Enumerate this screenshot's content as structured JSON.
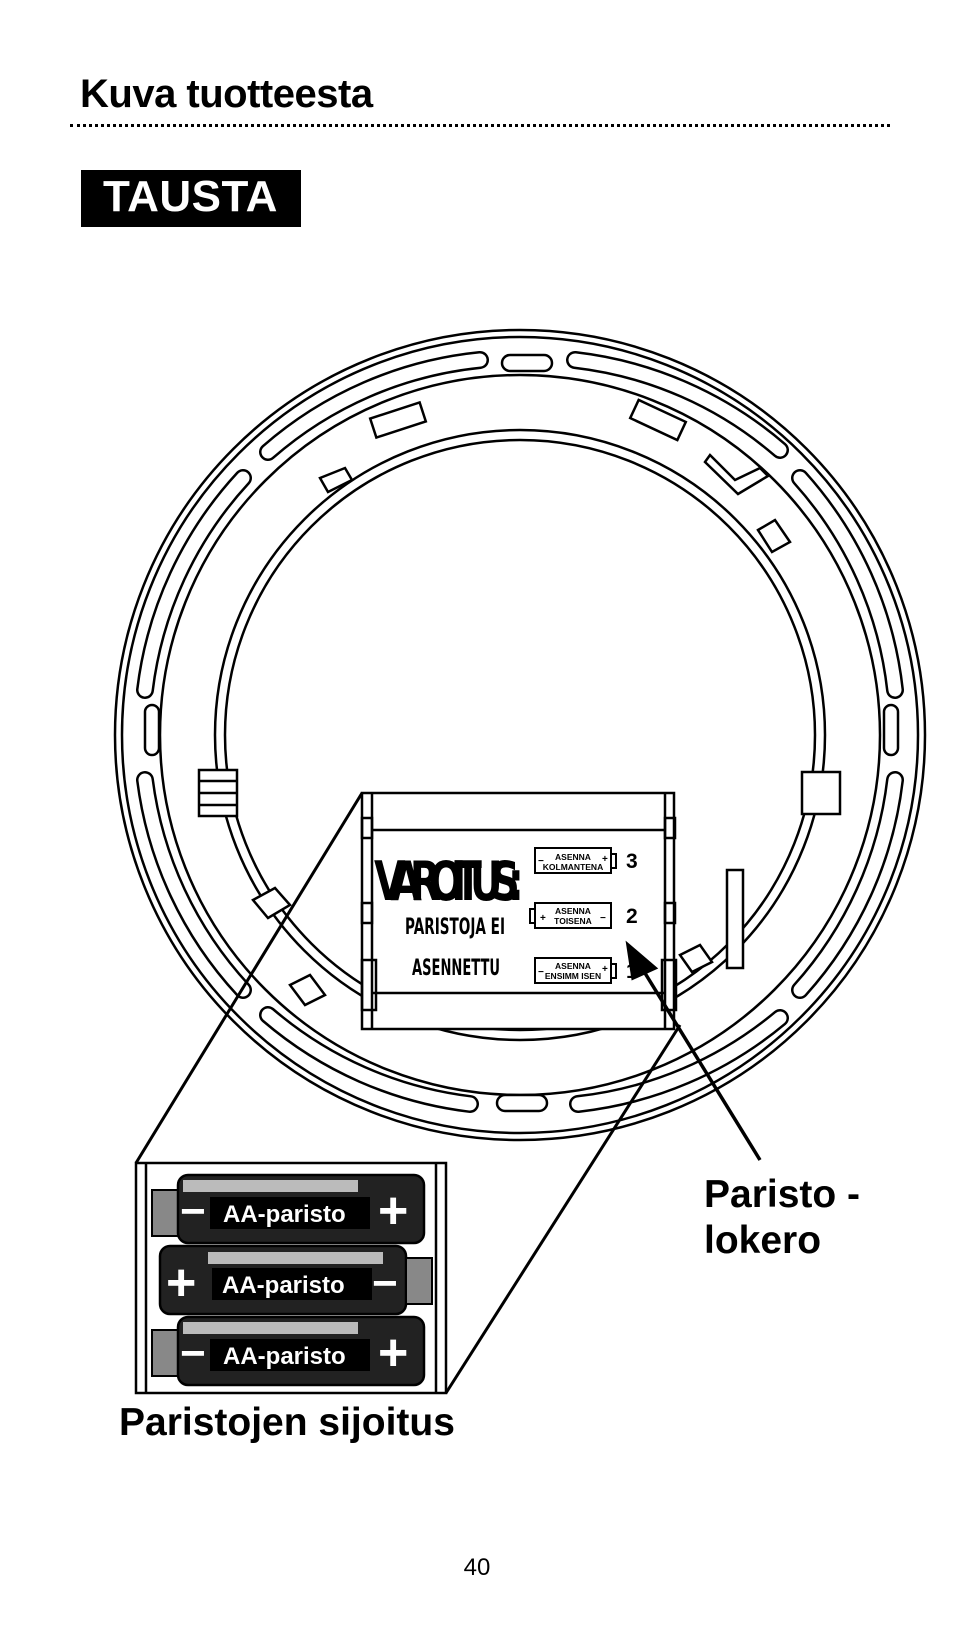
{
  "header": {
    "title": "Kuva tuotteesta"
  },
  "section_tag": "TAUSTA",
  "compartment": {
    "warning_title": "VAROITUS:",
    "warning_line1": "PARISTOJA EI",
    "warning_line2": "ASENNETTU",
    "slots": [
      {
        "number": "3",
        "line1": "ASENNA",
        "line2": "KOLMANTENA",
        "left_sign": "−",
        "right_sign": "+"
      },
      {
        "number": "2",
        "line1": "ASENNA",
        "line2": "TOISENA",
        "left_sign": "+",
        "right_sign": "−"
      },
      {
        "number": "1",
        "line1": "ASENNA",
        "line2": "ENSIMM ISEN",
        "left_sign": "−",
        "right_sign": "+"
      }
    ]
  },
  "batteries": [
    {
      "label": "AA-paristo",
      "left_sign": "−",
      "right_sign": "+"
    },
    {
      "label": "AA-paristo",
      "left_sign": "+",
      "right_sign": "−"
    },
    {
      "label": "AA-paristo",
      "left_sign": "−",
      "right_sign": "+"
    }
  ],
  "labels": {
    "compartment_line1": "Paristo -",
    "compartment_line2": "lokero",
    "placement": "Paristojen sijoitus"
  },
  "page_number": "40"
}
